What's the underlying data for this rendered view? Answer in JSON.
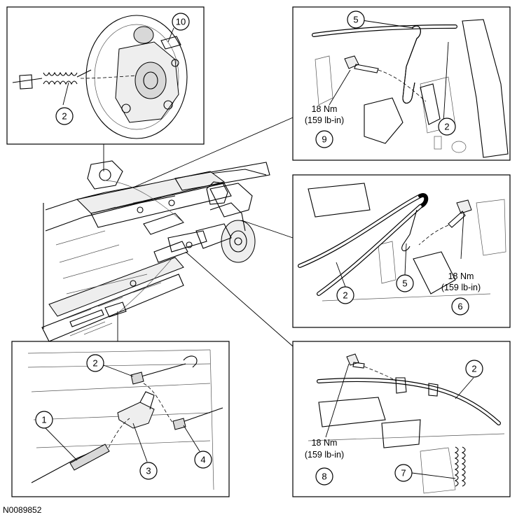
{
  "document_id": "N0089852",
  "callouts": {
    "p1_10": "10",
    "p1_2": "2",
    "p2_5": "5",
    "p2_2": "2",
    "p2_9": "9",
    "p3_2": "2",
    "p3_5": "5",
    "p3_6": "6",
    "p4_2": "2",
    "p4_1": "1",
    "p4_3": "3",
    "p4_4": "4",
    "p5_2": "2",
    "p5_8": "8",
    "p5_7": "7"
  },
  "torque": {
    "nm": "18 Nm",
    "lbin": "(159 lb-in)"
  }
}
